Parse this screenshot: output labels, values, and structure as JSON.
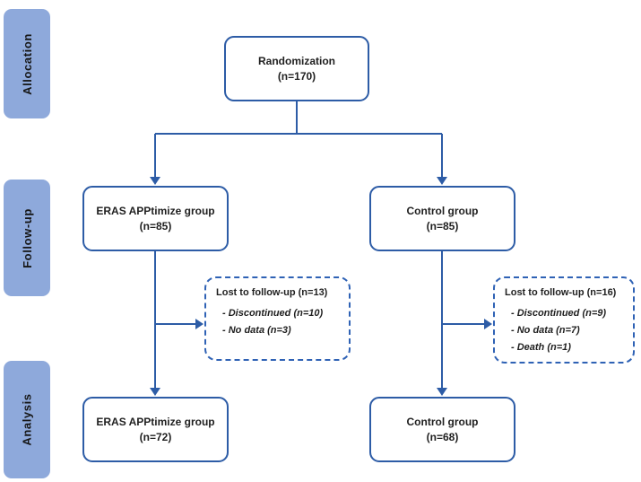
{
  "sidebar": {
    "labels": [
      "Allocation",
      "Follow-up",
      "Analysis"
    ]
  },
  "boxes": {
    "randomization": {
      "line1": "Randomization",
      "line2": "(n=170)"
    },
    "eras_followup": {
      "line1": "ERAS APPtimize group",
      "line2": "(n=85)"
    },
    "control_followup": {
      "line1": "Control group",
      "line2": "(n=85)"
    },
    "eras_analysis": {
      "line1": "ERAS APPtimize group",
      "line2": "(n=72)"
    },
    "control_analysis": {
      "line1": "Control group",
      "line2": "(n=68)"
    },
    "lost_left": {
      "title": "Lost to follow-up (n=13)",
      "items": [
        "- Discontinued (n=10)",
        "- No data (n=3)"
      ]
    },
    "lost_right": {
      "title": "Lost to follow-up (n=16)",
      "items": [
        "- Discontinued (n=9)",
        "- No data (n=7)",
        "- Death (n=1)"
      ]
    }
  },
  "colors": {
    "accent": "#2d5ca6",
    "dashed_border": "#2f62b5",
    "sidebar_fill": "#8ea9db",
    "text": "#1f1f1f"
  }
}
